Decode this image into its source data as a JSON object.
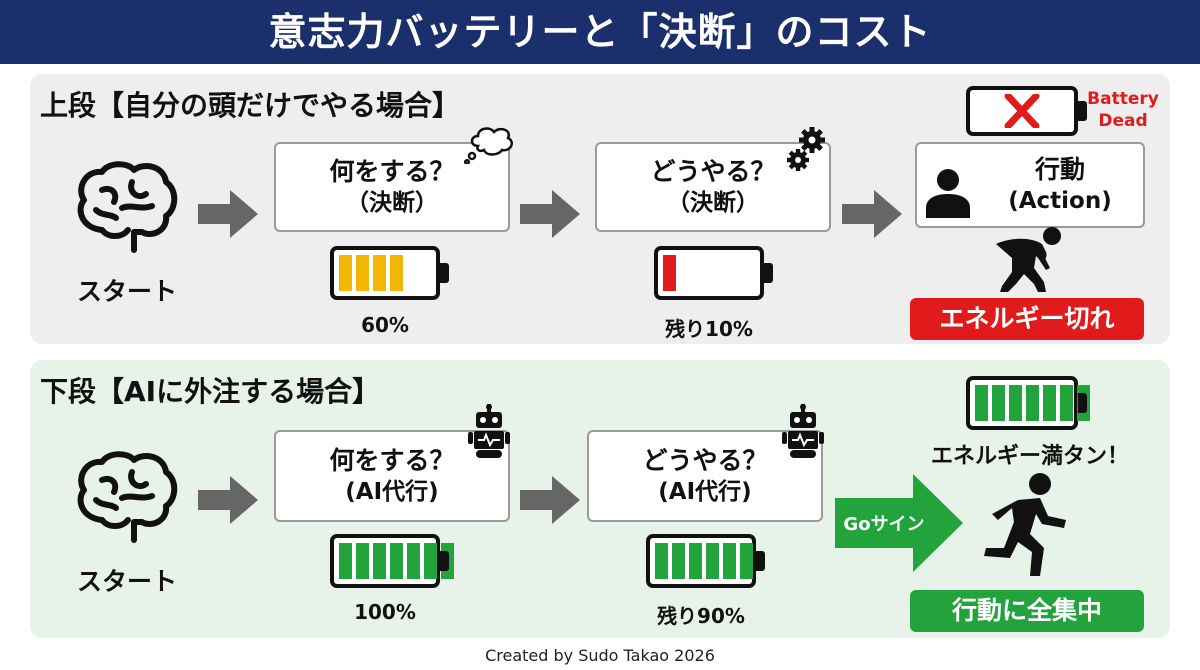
{
  "title": "意志力バッテリーと「決断」のコスト",
  "top": {
    "section_title": "上段【自分の頭だけでやる場合】",
    "start_label": "スタート",
    "step1": {
      "line1": "何をする？",
      "line2": "（決断）"
    },
    "step2": {
      "line1": "どうやる？",
      "line2": "（決断）"
    },
    "step3": {
      "line1": "行動",
      "line2": "(Action)"
    },
    "battery1": {
      "caption": "60%",
      "level": 0.6,
      "color": "#f2b705"
    },
    "battery2": {
      "caption": "残り10%",
      "level": 0.1,
      "color": "#e11b1b"
    },
    "dead_label_1": "Battery",
    "dead_label_2": "Dead",
    "badge": "エネルギー切れ"
  },
  "bottom": {
    "section_title": "下段【AIに外注する場合】",
    "start_label": "スタート",
    "step1": {
      "line1": "何をする？",
      "line2": "(AI代行)"
    },
    "step2": {
      "line1": "どうやる？",
      "line2": "(AI代行)"
    },
    "battery1": {
      "caption": "100%",
      "level": 1.0,
      "color": "#22a33c"
    },
    "battery2": {
      "caption": "残り90%",
      "level": 0.9,
      "color": "#22a33c"
    },
    "full_label": "エネルギー満タン！",
    "go_label": "Goサイン",
    "badge": "行動に全集中"
  },
  "credit": "Created by Sudo Takao 2026",
  "colors": {
    "header_bg": "#1a2f6b",
    "red": "#e11b1b",
    "green": "#22a33c",
    "yellow": "#f2b705",
    "arrow": "#666666"
  }
}
